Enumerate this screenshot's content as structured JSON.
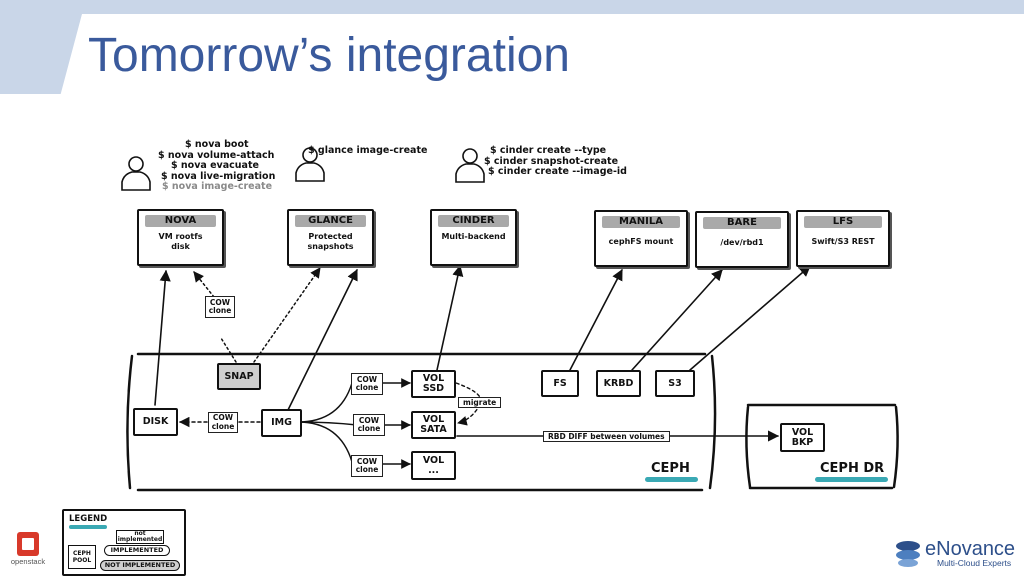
{
  "slide": {
    "title": "Tomorrow’s integration"
  },
  "commands": {
    "nova": [
      "$ nova boot",
      "$ nova volume-attach",
      "$ nova evacuate",
      "$ nova live-migration"
    ],
    "nova_planned": "$ nova image-create",
    "glance": [
      "$ glance image-create"
    ],
    "cinder": [
      "$ cinder create --type",
      "$ cinder snapshot-create",
      "$ cinder create --image-id"
    ]
  },
  "services": {
    "nova": {
      "name": "NOVA",
      "desc": "VM rootfs disk"
    },
    "glance": {
      "name": "GLANCE",
      "desc": "Protected snapshots"
    },
    "cinder": {
      "name": "CINDER",
      "desc": "Multi-backend"
    },
    "manila": {
      "name": "MANILA",
      "desc": "cephFS mount"
    },
    "bare": {
      "name": "BARE",
      "desc": "/dev/rbd1"
    },
    "lfs": {
      "name": "LFS",
      "desc": "Swift/S3 REST"
    }
  },
  "ceph": {
    "label": "CEPH",
    "nodes": {
      "snap": "SNAP",
      "disk": "DISK",
      "img": "IMG",
      "vol_ssd": "VOL\nSSD",
      "vol_sata": "VOL\nSATA",
      "vol_more": "VOL\n...",
      "fs": "FS",
      "krbd": "KRBD",
      "s3": "S3"
    },
    "cow_clone": "COW\nclone",
    "migrate": "migrate"
  },
  "ceph_dr": {
    "label": "CEPH DR",
    "vol_bkp": "VOL\nBKP"
  },
  "rbd_diff": "RBD DIFF between volumes",
  "legend": {
    "title": "LEGEND",
    "not_implemented_line": "not\nimplemented",
    "ceph_pool": "CEPH\nPOOL",
    "implemented": "IMPLEMENTED",
    "not_implemented": "NOT IMPLEMENTED"
  },
  "logos": {
    "openstack": "openstack",
    "enovance_name": "eNovance",
    "enovance_tagline": "Multi-Cloud Experts"
  },
  "colors": {
    "title": "#3a5a9c",
    "accent_bar": "#c9d6e8",
    "ceph_teal": "#3aa9b4",
    "not_impl_gray": "#cfcfcf"
  }
}
